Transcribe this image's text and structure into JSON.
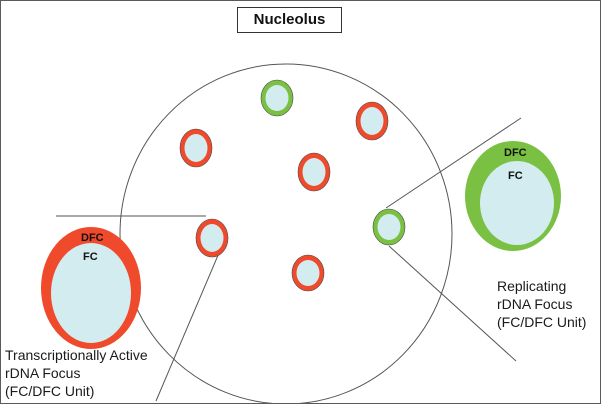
{
  "title": "Nucleolus",
  "label_left": {
    "lines": [
      "Transcriptionally Active",
      "rDNA Focus",
      "(FC/DFC Unit)"
    ]
  },
  "label_right": {
    "lines": [
      "Replicating",
      "rDNA Focus",
      "(FC/DFC Unit)"
    ]
  },
  "unit_left": {
    "outer": "DFC",
    "inner": "FC"
  },
  "unit_right": {
    "outer": "DFC",
    "inner": "FC"
  },
  "colors": {
    "active": "#ef4a2c",
    "replicating": "#7ac143",
    "core": "#d3ecef",
    "line": "#555555"
  },
  "foci": [
    {
      "kind": "replicating"
    },
    {
      "kind": "active"
    },
    {
      "kind": "active"
    },
    {
      "kind": "active"
    },
    {
      "kind": "replicating"
    },
    {
      "kind": "active"
    },
    {
      "kind": "active"
    }
  ]
}
